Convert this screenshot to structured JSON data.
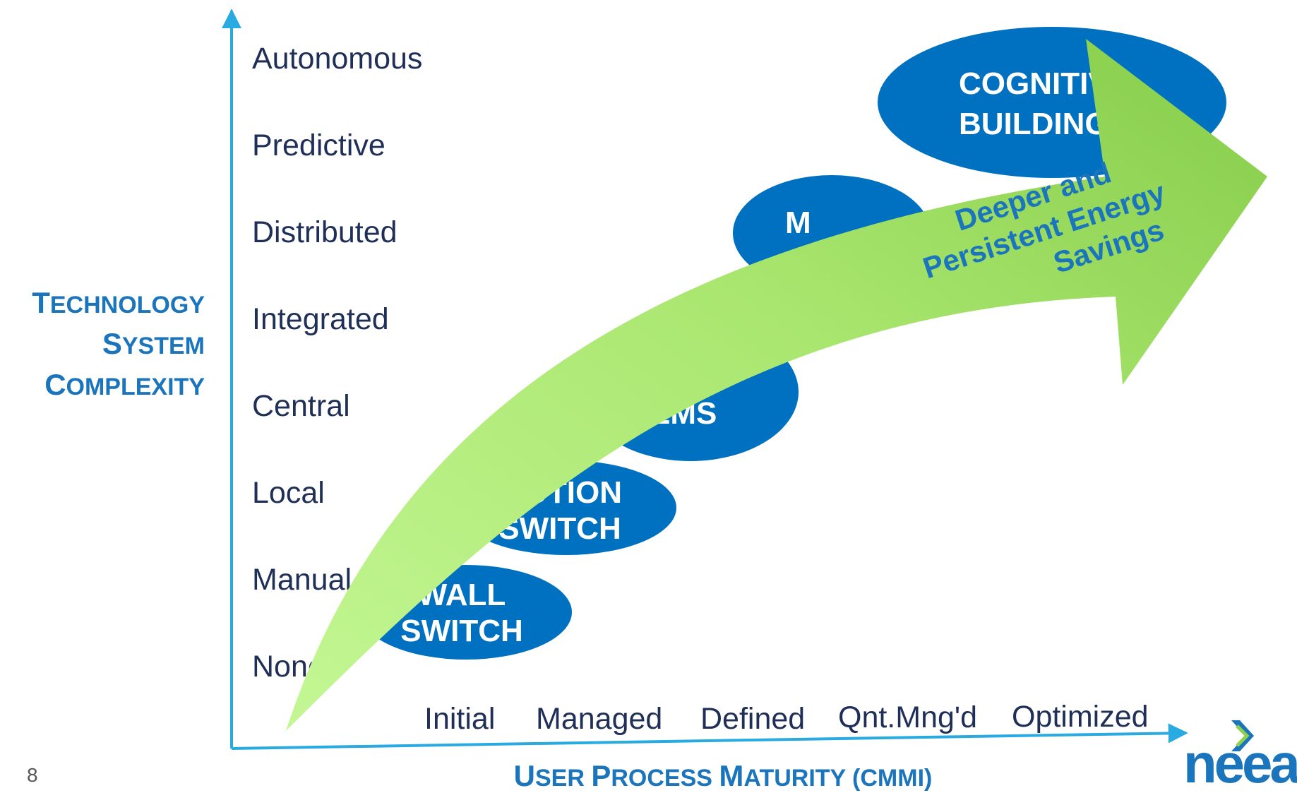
{
  "y_axis": {
    "title_lines": [
      {
        "initial": "T",
        "rest": "ECHNOLOGY"
      },
      {
        "initial": "S",
        "rest": "YSTEM"
      },
      {
        "initial": "C",
        "rest": "OMPLEXITY"
      }
    ],
    "levels": [
      "Autonomous",
      "Predictive",
      "Distributed",
      "Integrated",
      "Central",
      "Local",
      "Manual",
      "None"
    ]
  },
  "x_axis": {
    "title_parts": [
      {
        "initial": "U",
        "rest": "SER "
      },
      {
        "initial": "P",
        "rest": "ROCESS "
      },
      {
        "initial": "M",
        "rest": "ATURITY (CMMI)"
      }
    ],
    "levels": [
      "Initial",
      "Managed",
      "Defined",
      "Qnt.Mng'd",
      "Optimized"
    ]
  },
  "stages": [
    {
      "line1": "WALL",
      "line2": "SWITCH"
    },
    {
      "line1": "MOTION",
      "line2": "SWITCH"
    },
    {
      "line1": "EMS",
      "line2": ""
    },
    {
      "line1": "M",
      "line2": ""
    },
    {
      "line1": "COGNITIVE",
      "line2": "BUILDING"
    }
  ],
  "arrow": {
    "lines": [
      "Deeper and",
      "Persistent Energy",
      "Savings"
    ]
  },
  "page_number": "8",
  "logo": {
    "text": "neea"
  },
  "colors": {
    "axis": "#29abe2",
    "ellipse": "#0070c0",
    "arrow_light": "#b8f080",
    "arrow_dark": "#8fd14f",
    "accent": "#1b75bc",
    "level_text": "#1f2f57"
  }
}
